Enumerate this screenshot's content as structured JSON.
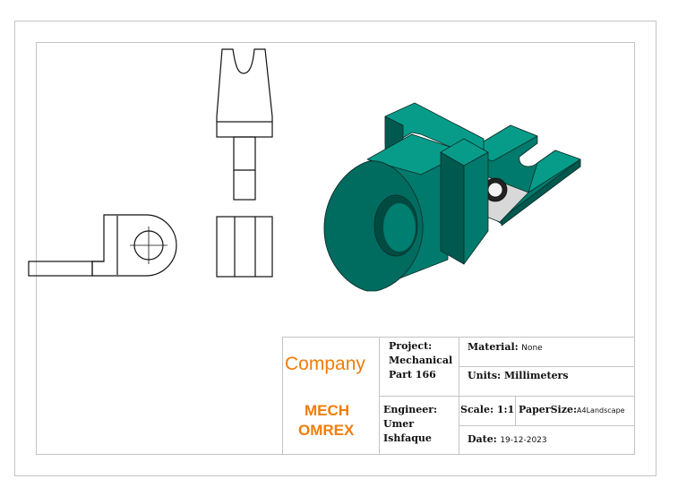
{
  "colors": {
    "accent_orange": "#f07d0a",
    "model_teal": "#007a6c",
    "model_teal_dark": "#00594f",
    "model_teal_light": "#079c8a",
    "line": "#111111",
    "frame": "#bbbbbb"
  },
  "title_block": {
    "company_label": "Company",
    "company_name_line1": "MECH",
    "company_name_line2": "OMREX",
    "project_label": "Project:",
    "project_line1": "Mechanical",
    "project_line2": "Part 166",
    "material_label": "Material:",
    "material_value": "None",
    "units_label": "Units:",
    "units_value": "Millimeters",
    "engineer_label": "Engineer:",
    "engineer_line1": "Umer",
    "engineer_line2": "Ishfaque",
    "scale_label": "Scale:",
    "scale_value": "1:1",
    "papersize_label": "PaperSize:",
    "papersize_value": "A4Landscape",
    "date_label": "Date:",
    "date_value": "19-12-2023"
  },
  "views": {
    "top_view": "fork-top-view",
    "front_view": "front-view",
    "side_view": "side-view",
    "isometric_view": "isometric-model"
  }
}
